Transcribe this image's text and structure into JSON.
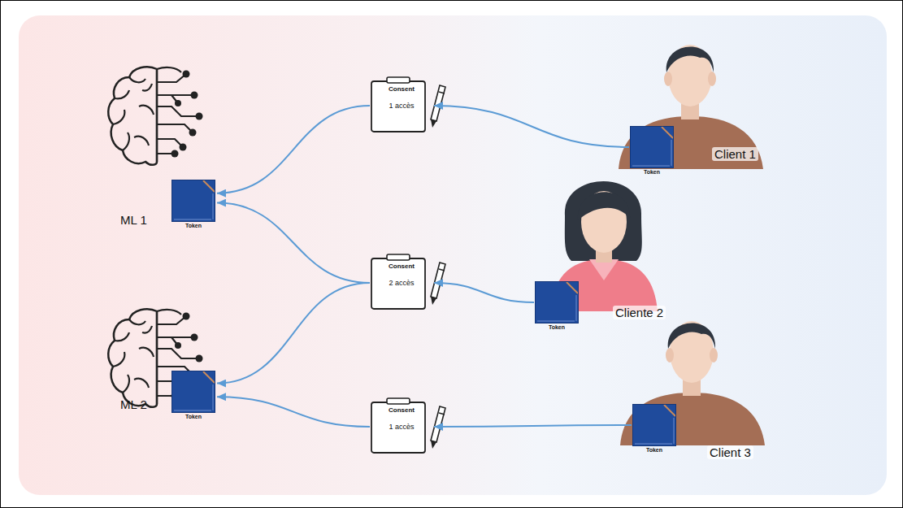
{
  "diagram": {
    "nodes": [
      {
        "text": [
          "ML 1"
        ]
      },
      {
        "text": [
          "Token"
        ],
        "in": 0
      },
      {
        "text": [
          "ML 2"
        ]
      },
      {
        "text": [
          "Token"
        ],
        "in": 2
      },
      {
        "text": [
          "Consent",
          "1 accès"
        ]
      },
      {
        "text": [
          "Consent",
          "2 accès"
        ]
      },
      {
        "text": [
          "Consent",
          "1 accès"
        ]
      },
      {
        "text": [
          "Client 1"
        ]
      },
      {
        "text": [
          "Token"
        ],
        "in": 7
      },
      {
        "text": [
          "Cliente 2"
        ]
      },
      {
        "text": [
          "Token"
        ],
        "in": 9
      },
      {
        "text": [
          "Client 3"
        ]
      },
      {
        "text": [
          "Token"
        ],
        "in": 11
      }
    ],
    "edges": [
      {
        "from": 8,
        "to": 4,
        "arrow": "to"
      },
      {
        "from": 4,
        "to": 1,
        "arrow": "to"
      },
      {
        "from": 10,
        "to": 5,
        "arrow": "to"
      },
      {
        "from": 5,
        "to": 1,
        "arrow": "to"
      },
      {
        "from": 5,
        "to": 3,
        "arrow": "to"
      },
      {
        "from": 12,
        "to": 6,
        "arrow": "to"
      },
      {
        "from": 6,
        "to": 3,
        "arrow": "to"
      }
    ]
  }
}
